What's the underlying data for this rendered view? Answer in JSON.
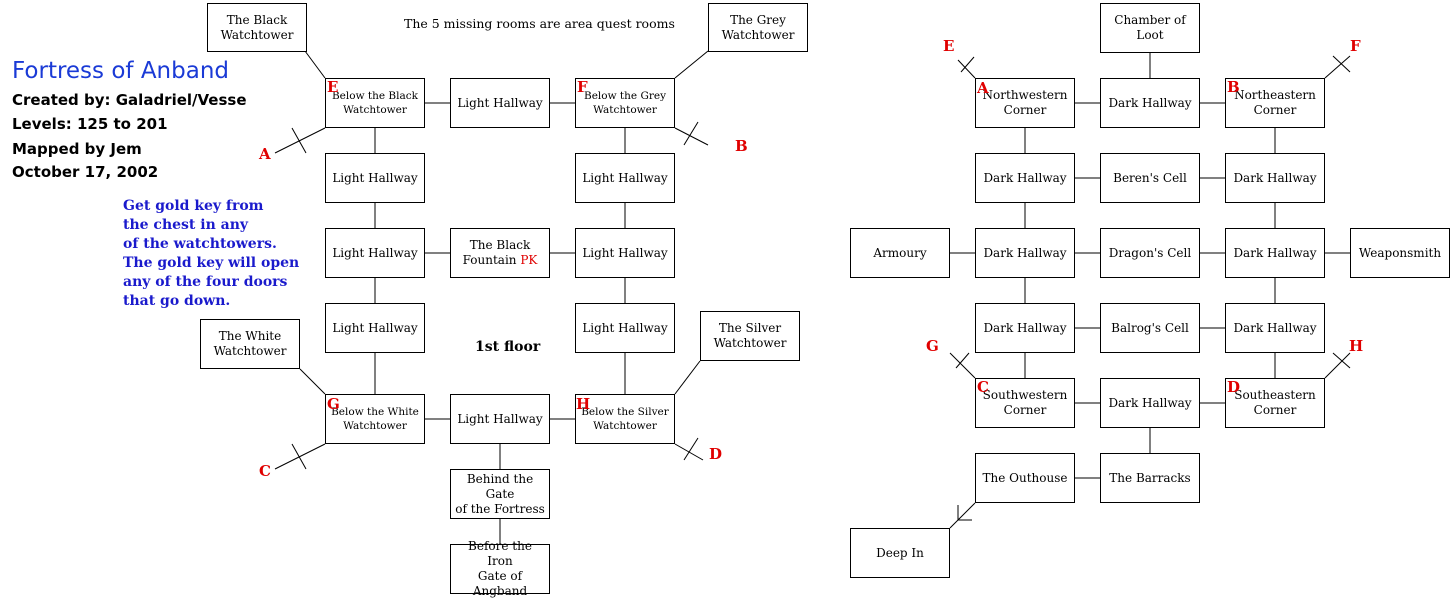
{
  "header": {
    "title": "Fortress of Anband",
    "created_by": "Created by: Galadriel/Vesse",
    "levels": "Levels: 125 to 201",
    "mapped_by": "Mapped by Jem",
    "date": "October 17, 2002"
  },
  "note_lines": [
    "Get gold key from",
    "the chest in any",
    "of the watchtowers.",
    "The gold key will open",
    "any of the four doors",
    "that go down."
  ],
  "missing_rooms_note": "The 5 missing rooms are area quest rooms",
  "floor_label": "1st floor",
  "first_floor_rooms": {
    "black_watchtower": "The Black\nWatchtower",
    "grey_watchtower": "The Grey\nWatchtower",
    "below_black": "Below the Black\nWatchtower",
    "hall_top": "Light Hallway",
    "below_grey": "Below the Grey\nWatchtower",
    "hall_l1": "Light Hallway",
    "hall_r1": "Light Hallway",
    "hall_l2": "Light Hallway",
    "fountain": "The Black\nFountain",
    "fountain_pk": "PK",
    "hall_r2": "Light Hallway",
    "hall_l3": "Light Hallway",
    "hall_r3": "Light Hallway",
    "white_watchtower": "The White\nWatchtower",
    "silver_watchtower": "The Silver\nWatchtower",
    "below_white": "Below the White\nWatchtower",
    "hall_bottom": "Light Hallway",
    "below_silver": "Below the Silver\nWatchtower",
    "behind_gate": "Behind the Gate\nof the Fortress",
    "before_gate": "Before the Iron\nGate of Angband"
  },
  "lower_floor_rooms": {
    "chamber_loot": "Chamber of\nLoot",
    "nw_corner": "Northwestern\nCorner",
    "dark_top": "Dark Hallway",
    "ne_corner": "Northeastern\nCorner",
    "dark_l1": "Dark Hallway",
    "berens_cell": "Beren's Cell",
    "dark_r1": "Dark Hallway",
    "armoury": "Armoury",
    "dark_l2": "Dark Hallway",
    "dragons_cell": "Dragon's Cell",
    "dark_r2": "Dark Hallway",
    "weaponsmith": "Weaponsmith",
    "dark_l3": "Dark Hallway",
    "balrogs_cell": "Balrog's Cell",
    "dark_r3": "Dark Hallway",
    "sw_corner": "Southwestern\nCorner",
    "dark_bottom": "Dark Hallway",
    "se_corner": "Southeastern\nCorner",
    "outhouse": "The Outhouse",
    "barracks": "The Barracks",
    "deep_in": "Deep In"
  },
  "markers": {
    "left_A": "A",
    "left_B": "B",
    "left_C": "C",
    "left_D": "D",
    "left_E": "E",
    "left_F": "F",
    "left_G": "G",
    "left_H": "H",
    "right_A": "A",
    "right_B": "B",
    "right_C": "C",
    "right_D": "D",
    "right_E": "E",
    "right_F": "F",
    "right_G": "G",
    "right_H": "H"
  },
  "colors": {
    "marker": "#e00000",
    "title": "#1a3ad6",
    "note": "#1a1acc",
    "line": "#000000"
  }
}
